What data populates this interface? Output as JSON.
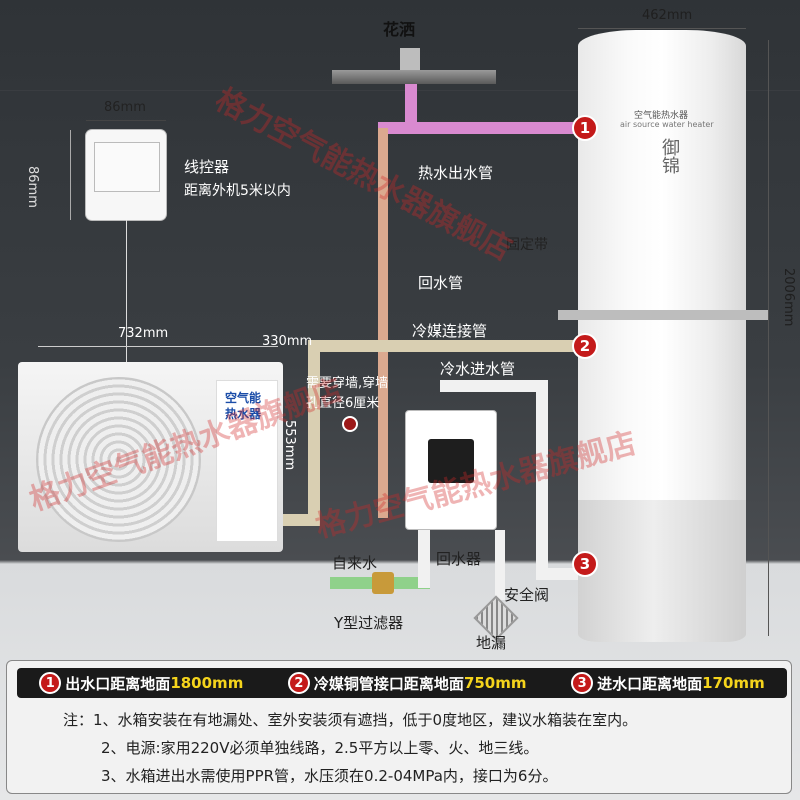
{
  "labels": {
    "shower": "花洒",
    "controller_title": "线控器",
    "controller_note": "距离外机5米以内",
    "hot_out_pipe": "热水出水管",
    "return_pipe": "回水管",
    "refrigerant_pipe": "冷媒连接管",
    "cold_in_pipe": "冷水进水管",
    "wall_note_1": "需要穿墙,穿墙",
    "wall_note_2": "孔直径6厘米",
    "fixing_strap": "固定带",
    "tap_water": "自来水",
    "return_device": "回水器",
    "safety_valve": "安全阀",
    "y_filter": "Y型过滤器",
    "floor_drain": "地漏",
    "tank_brand_cn": "空气能热水器",
    "tank_brand_en": "air source water heater",
    "tank_series": "御锦",
    "unit_brand_line1": "空气能",
    "unit_brand_line2": "热水器"
  },
  "dimensions": {
    "controller_w": "86mm",
    "controller_h": "86mm",
    "tank_diameter": "462mm",
    "tank_height": "2006mm",
    "unit_w": "732mm",
    "unit_d": "330mm",
    "unit_h": "553mm"
  },
  "markers": [
    "1",
    "2",
    "3"
  ],
  "legend": {
    "items": [
      {
        "num": "1",
        "text": "出水口距离地面",
        "value": "1800mm"
      },
      {
        "num": "2",
        "text": "冷媒铜管接口距离地面",
        "value": "750mm"
      },
      {
        "num": "3",
        "text": "进水口距离地面",
        "value": "170mm"
      }
    ],
    "notes": [
      "注：1、水箱安装在有地漏处、室外安装须有遮挡，低于0度地区，建议水箱装在室内。",
      "2、电源:家用220V必须单独线路，2.5平方以上零、火、地三线。",
      "3、水箱进出水需使用PPR管，水压须在0.2-04MPa内，接口为6分。"
    ]
  },
  "watermark": [
    "格力空气能热水器旗舰店",
    "格力空气能热水器旗舰店",
    "格力空气能热水器旗舰店"
  ],
  "colors": {
    "hot_pipe": "#d98ad0",
    "copper_pipe": "#d9cfb2",
    "marker": "#c41a1a",
    "highlight": "#f5d41c"
  }
}
